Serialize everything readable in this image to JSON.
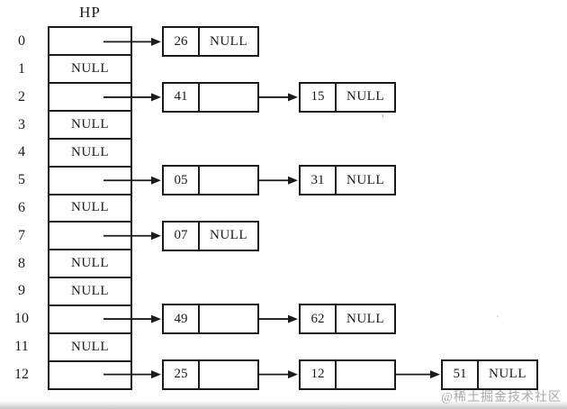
{
  "diagram": {
    "title": "HP",
    "null_label": "NULL",
    "watermark": "@稀土掘金技术社区",
    "colors": {
      "ink": "#1b1b1b",
      "background": "#fefefe",
      "watermark": "#a9a9a9"
    },
    "stray_marks": {
      "mark1": "'",
      "mark2": "'"
    },
    "buckets": [
      {
        "index": "0",
        "type": "pointer",
        "chain": [
          {
            "value": "26",
            "next": "NULL"
          }
        ]
      },
      {
        "index": "1",
        "type": "null"
      },
      {
        "index": "2",
        "type": "pointer",
        "chain": [
          {
            "value": "41",
            "next": "node"
          },
          {
            "value": "15",
            "next": "NULL"
          }
        ]
      },
      {
        "index": "3",
        "type": "null"
      },
      {
        "index": "4",
        "type": "null"
      },
      {
        "index": "5",
        "type": "pointer",
        "chain": [
          {
            "value": "05",
            "next": "node"
          },
          {
            "value": "31",
            "next": "NULL"
          }
        ]
      },
      {
        "index": "6",
        "type": "null"
      },
      {
        "index": "7",
        "type": "pointer",
        "chain": [
          {
            "value": "07",
            "next": "NULL"
          }
        ]
      },
      {
        "index": "8",
        "type": "null"
      },
      {
        "index": "9",
        "type": "null"
      },
      {
        "index": "10",
        "type": "pointer",
        "chain": [
          {
            "value": "49",
            "next": "node"
          },
          {
            "value": "62",
            "next": "NULL"
          }
        ]
      },
      {
        "index": "11",
        "type": "null"
      },
      {
        "index": "12",
        "type": "pointer",
        "chain": [
          {
            "value": "25",
            "next": "node"
          },
          {
            "value": "12",
            "next": "node"
          },
          {
            "value": "51",
            "next": "NULL"
          }
        ]
      }
    ]
  }
}
